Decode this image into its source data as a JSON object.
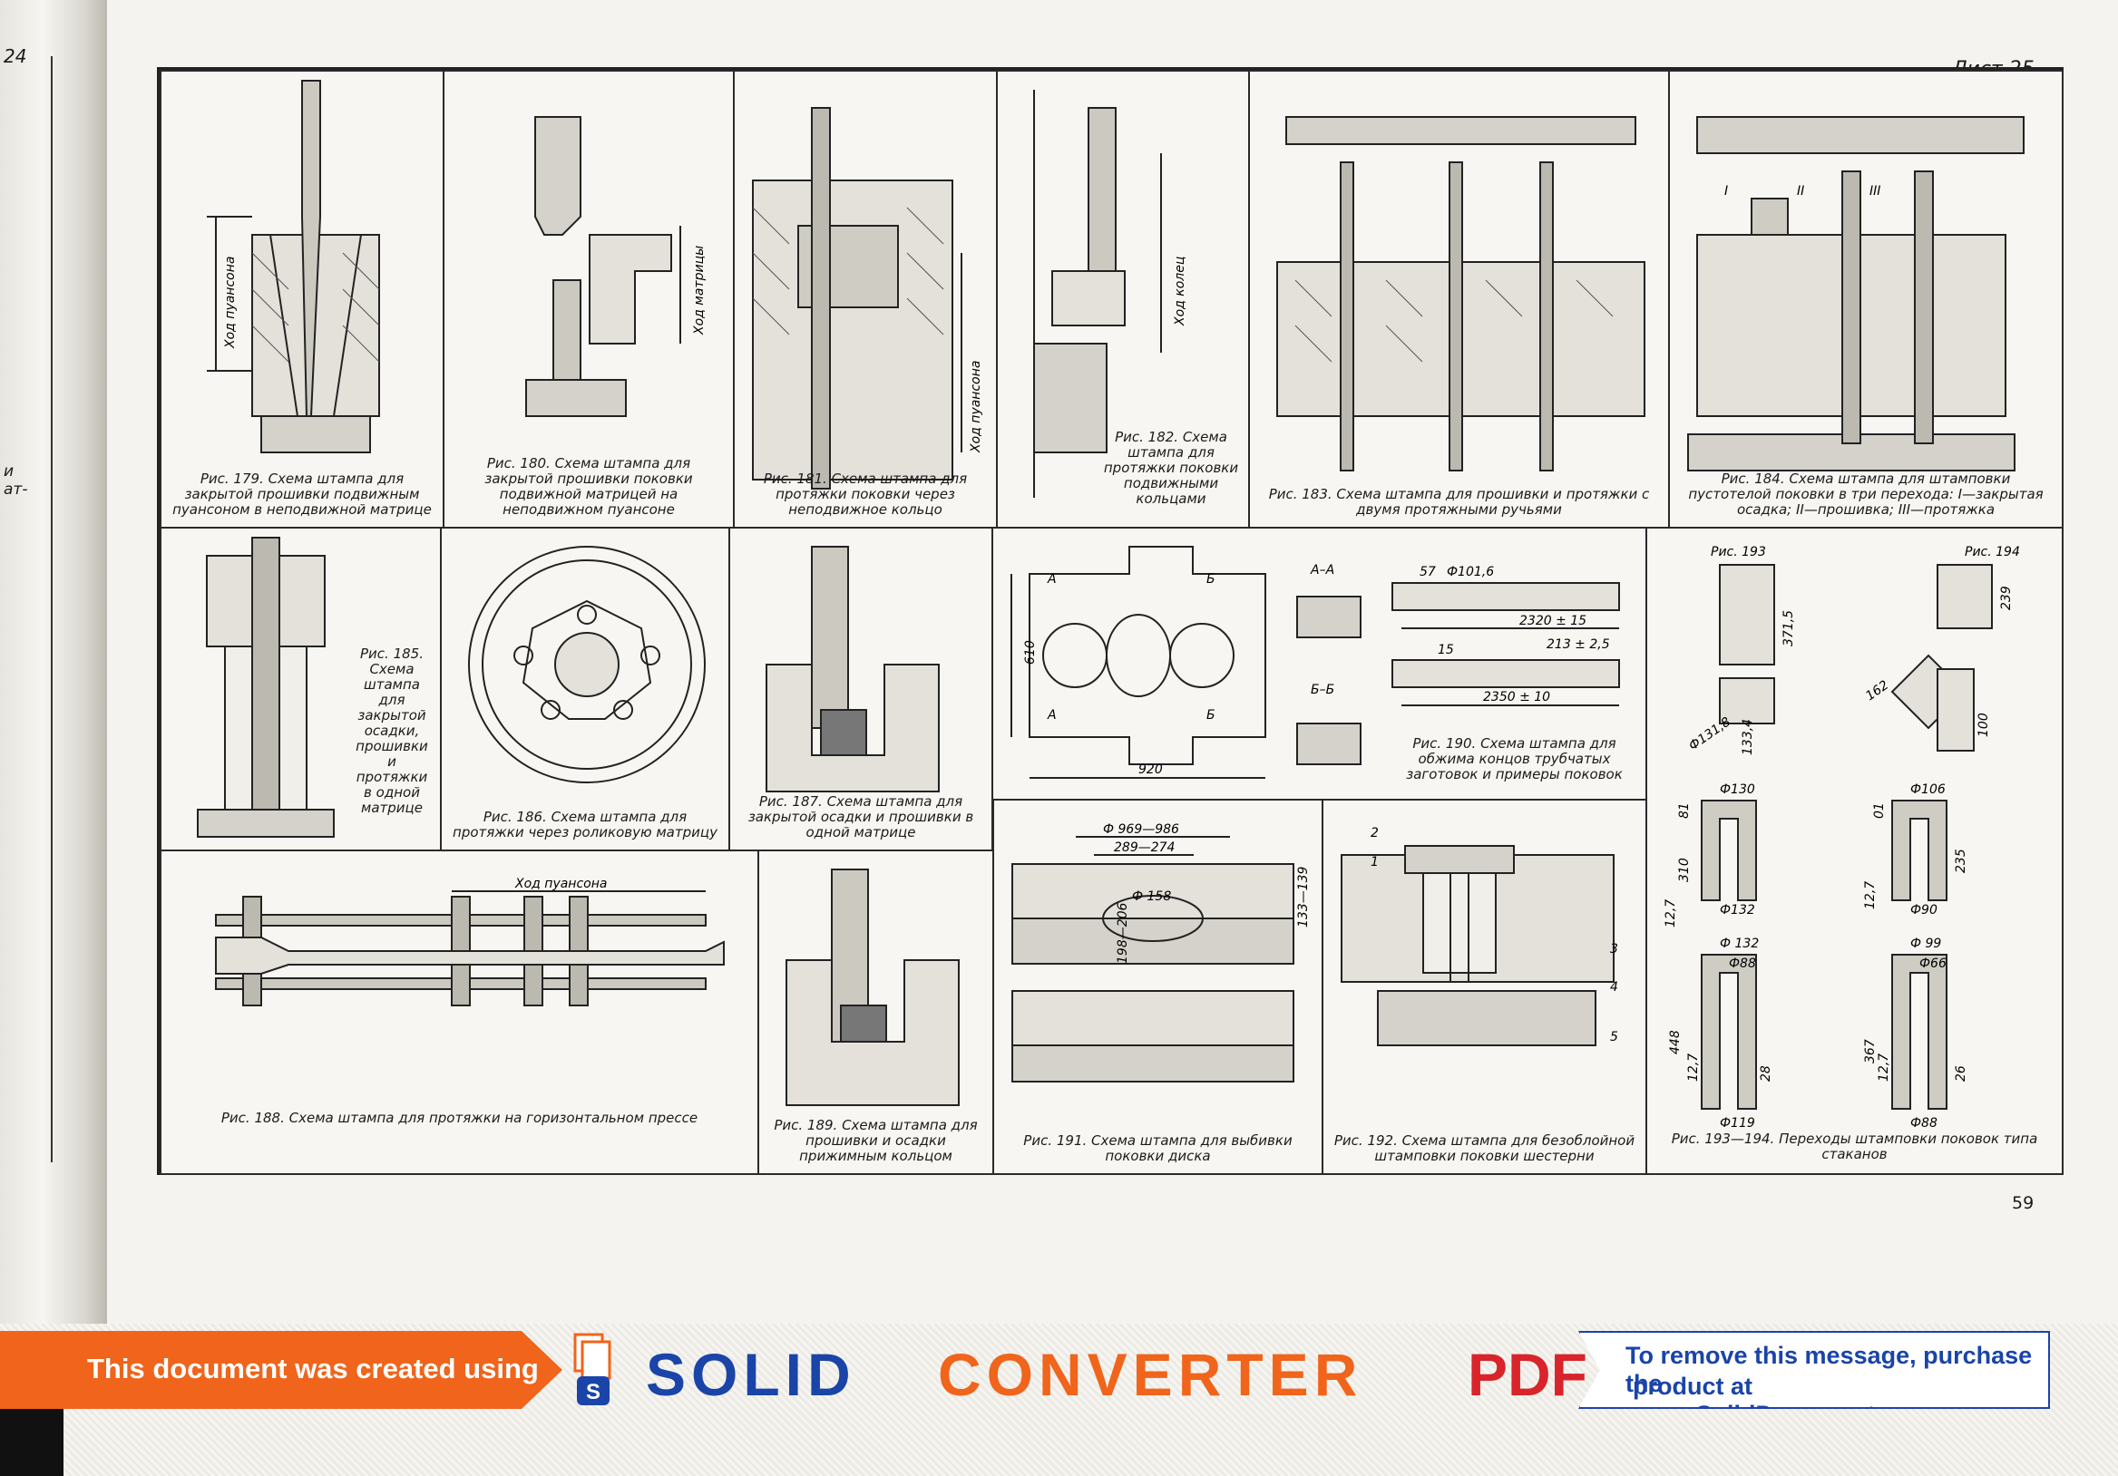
{
  "page": {
    "left_page_number": "24",
    "left_fragments": [
      "и",
      "ат-"
    ],
    "sheet_label": "Лист 25",
    "page_number": "59"
  },
  "figures": {
    "f179": {
      "caption": "Рис. 179. Схема штампа для закрытой прошивки подвижным пуансоном в неподвижной матрице",
      "dims": [
        "Ход пуансона"
      ]
    },
    "f180": {
      "caption": "Рис. 180. Схема штампа для закрытой прошивки поковки подвижной матрицей на неподвижном пуансоне",
      "dims": [
        "Ход матрицы"
      ]
    },
    "f181": {
      "caption": "Рис. 181. Схема штампа для протяжки поковки через неподвижное кольцо",
      "dims": [
        "Ход пуансона"
      ]
    },
    "f182": {
      "caption": "Рис. 182. Схема штампа для протяжки поковки подвижными кольцами",
      "dims": [
        "Ход колец"
      ]
    },
    "f183": {
      "caption": "Рис. 183. Схема штампа для прошивки и протяжки с двумя протяжными ручьями"
    },
    "f184": {
      "caption": "Рис. 184. Схема штампа для штамповки пустотелой поковки в три перехода: I—закрытая осадка; II—прошивка; III—протяжка",
      "labels": [
        "I",
        "II",
        "III"
      ]
    },
    "f185": {
      "caption": "Рис. 185. Схема штампа для закрытой осадки, прошивки и протяжки в одной матрице"
    },
    "f186": {
      "caption": "Рис. 186. Схема штампа для протяжки через роликовую матрицу"
    },
    "f187": {
      "caption": "Рис. 187. Схема штампа для закрытой осадки и прошивки в одной матрице"
    },
    "f190": {
      "caption": "Рис. 190. Схема штампа для обжима концов трубчатых заготовок и примеры поковок",
      "dims": [
        "610",
        "920",
        "А",
        "А",
        "Б",
        "Б",
        "А–А",
        "Б–Б",
        "Ф101,6",
        "57",
        "2320 ± 15",
        "213 ± 2,5",
        "15",
        "2350 ± 10"
      ]
    },
    "f193": {
      "caption": "Рис. 193—194. Переходы штамповки поковок типа стаканов",
      "sub": [
        "Рис. 193",
        "Рис. 194"
      ],
      "dims": [
        "371,5",
        "Ф131,8",
        "133,4",
        "162",
        "239",
        "100",
        "Ф130",
        "81",
        "310",
        "12,7",
        "Ф132",
        "Ф106",
        "01",
        "12,7",
        "Ф90",
        "235",
        "Ф 132",
        "Ф88",
        "448",
        "12,7",
        "28",
        "Ф119",
        "Ф 99",
        "Ф66",
        "367",
        "12,7",
        "26",
        "Ф88"
      ]
    },
    "f188": {
      "caption": "Рис. 188. Схема штампа для протяжки на горизонтальном прессе",
      "dims": [
        "Ход пуансона"
      ]
    },
    "f189": {
      "caption": "Рис. 189. Схема штампа для прошивки и осадки прижимным кольцом"
    },
    "f191": {
      "caption": "Рис. 191. Схема штампа для выбивки поковки диска",
      "dims": [
        "Ф 969—986",
        "289—274",
        "Ф 158",
        "198—206",
        "133—139"
      ]
    },
    "f192": {
      "caption": "Рис. 192. Схема штампа для безоблойной штамповки поковки шестерни",
      "labels": [
        "1",
        "2",
        "3",
        "4",
        "5"
      ]
    }
  },
  "banner": {
    "left_text": "This document was created using",
    "brand_solid": "SOLID",
    "brand_converter": "CONVERTER",
    "brand_pdf": "PDF",
    "right_line1": "To remove this message, purchase the",
    "right_line2_prefix": "product at ",
    "right_line2_link": "www.SolidDocuments.com"
  },
  "colors": {
    "banner_orange": "#f0641b",
    "banner_blue": "#1a44a8",
    "banner_red": "#d8242a"
  }
}
